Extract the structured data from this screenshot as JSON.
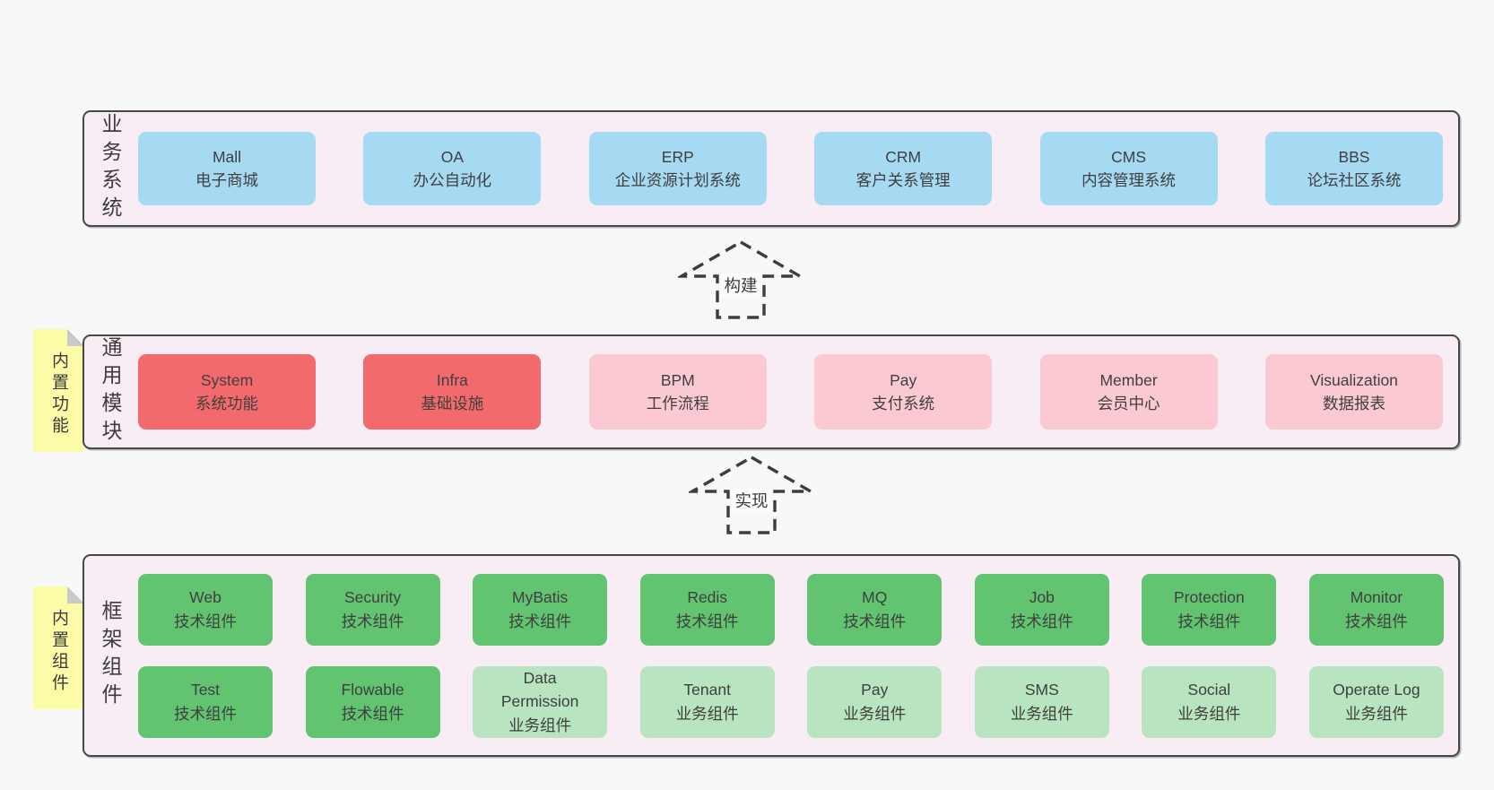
{
  "colors": {
    "page_bg": "#f8f8f8",
    "section_bg": "#f9edf5",
    "section_border": "#474747",
    "business_box_blue": "#a6d9f2",
    "module_box_red": "#f26a6c",
    "module_box_pink": "#fbc9d2",
    "component_box_green": "#62c471",
    "component_box_light_green": "#b8e5bf",
    "sticky_yellow": "#fbfba8",
    "sticky_fold_gray": "#c9c9c9",
    "text": "#3f3f3f"
  },
  "arrows": [
    {
      "label": "构建"
    },
    {
      "label": "实现"
    }
  ],
  "sections": [
    {
      "label": "业务系统",
      "boxes": [
        {
          "name": "Mall",
          "desc": "电子商城",
          "variant": "blue"
        },
        {
          "name": "OA",
          "desc": "办公自动化",
          "variant": "blue"
        },
        {
          "name": "ERP",
          "desc": "企业资源计划系统",
          "variant": "blue"
        },
        {
          "name": "CRM",
          "desc": "客户关系管理",
          "variant": "blue"
        },
        {
          "name": "CMS",
          "desc": "内容管理系统",
          "variant": "blue"
        },
        {
          "name": "BBS",
          "desc": "论坛社区系统",
          "variant": "blue"
        }
      ]
    },
    {
      "label": "通用模块",
      "sticky": "内置功能",
      "boxes": [
        {
          "name": "System",
          "desc": "系统功能",
          "variant": "red"
        },
        {
          "name": "Infra",
          "desc": "基础设施",
          "variant": "red"
        },
        {
          "name": "BPM",
          "desc": "工作流程",
          "variant": "pink"
        },
        {
          "name": "Pay",
          "desc": "支付系统",
          "variant": "pink"
        },
        {
          "name": "Member",
          "desc": "会员中心",
          "variant": "pink"
        },
        {
          "name": "Visualization",
          "desc": "数据报表",
          "variant": "pink"
        }
      ]
    },
    {
      "label": "框架组件",
      "sticky": "内置组件",
      "boxes": [
        {
          "name": "Web",
          "desc": "技术组件",
          "variant": "green"
        },
        {
          "name": "Security",
          "desc": "技术组件",
          "variant": "green"
        },
        {
          "name": "MyBatis",
          "desc": "技术组件",
          "variant": "green"
        },
        {
          "name": "Redis",
          "desc": "技术组件",
          "variant": "green"
        },
        {
          "name": "MQ",
          "desc": "技术组件",
          "variant": "green"
        },
        {
          "name": "Job",
          "desc": "技术组件",
          "variant": "green"
        },
        {
          "name": "Protection",
          "desc": "技术组件",
          "variant": "green"
        },
        {
          "name": "Monitor",
          "desc": "技术组件",
          "variant": "green"
        },
        {
          "name": "Test",
          "desc": "技术组件",
          "variant": "green"
        },
        {
          "name": "Flowable",
          "desc": "技术组件",
          "variant": "green"
        },
        {
          "name": "Data Permission",
          "desc": "业务组件",
          "variant": "lightgreen"
        },
        {
          "name": "Tenant",
          "desc": "业务组件",
          "variant": "lightgreen"
        },
        {
          "name": "Pay",
          "desc": "业务组件",
          "variant": "lightgreen"
        },
        {
          "name": "SMS",
          "desc": "业务组件",
          "variant": "lightgreen"
        },
        {
          "name": "Social",
          "desc": "业务组件",
          "variant": "lightgreen"
        },
        {
          "name": "Operate Log",
          "desc": "业务组件",
          "variant": "lightgreen"
        }
      ]
    }
  ]
}
